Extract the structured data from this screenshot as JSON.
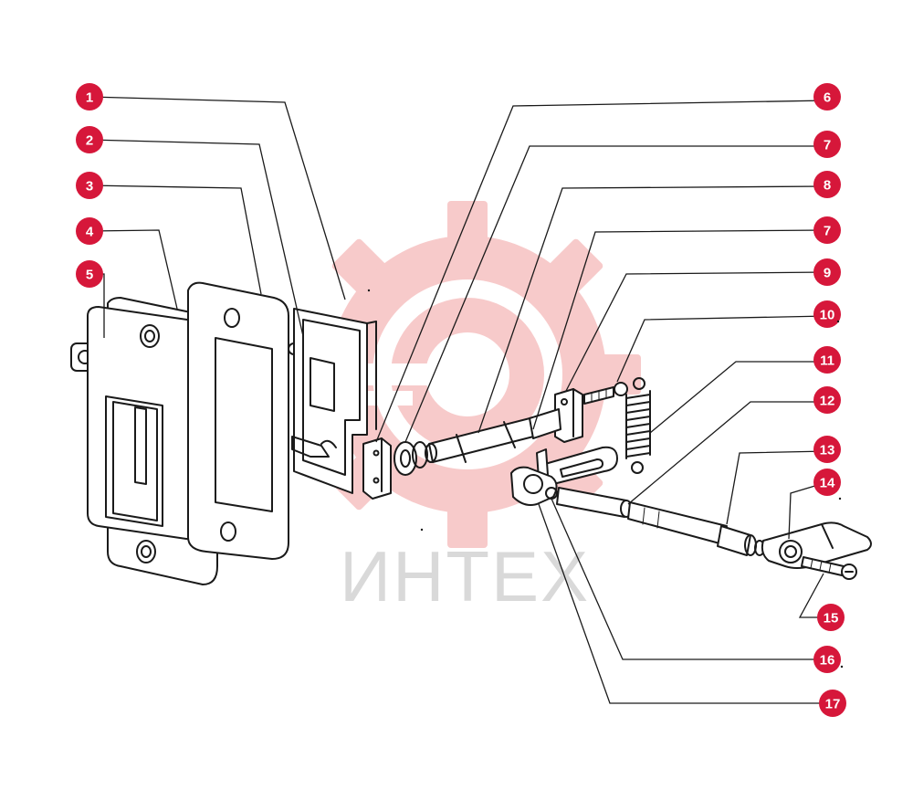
{
  "watermark": {
    "text": "ИНТЕХ",
    "gear_color": "#f5b8b8",
    "text_color": "#d9d9d9"
  },
  "colors": {
    "callout": "#d6173a",
    "callout_text": "#ffffff",
    "line": "#1a1a1a"
  },
  "callouts": [
    {
      "label": "1"
    },
    {
      "label": "2"
    },
    {
      "label": "3"
    },
    {
      "label": "4"
    },
    {
      "label": "5"
    },
    {
      "label": "6"
    },
    {
      "label": "7"
    },
    {
      "label": "8"
    },
    {
      "label": "7"
    },
    {
      "label": "9"
    },
    {
      "label": "10"
    },
    {
      "label": "11"
    },
    {
      "label": "12"
    },
    {
      "label": "13"
    },
    {
      "label": "14"
    },
    {
      "label": "15"
    },
    {
      "label": "16"
    },
    {
      "label": "17"
    }
  ]
}
